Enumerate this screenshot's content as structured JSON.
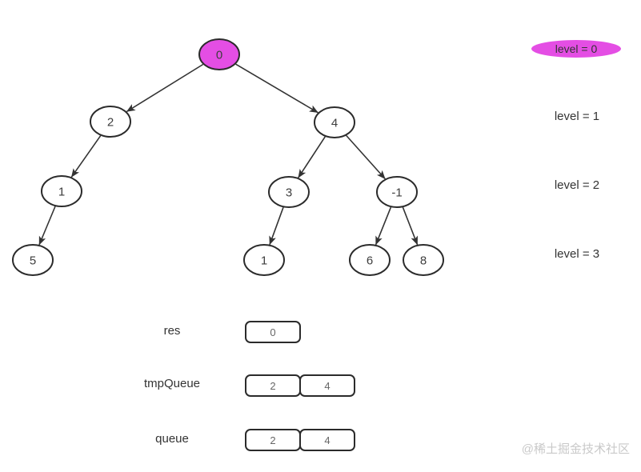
{
  "tree": {
    "nodes": [
      {
        "value": "0",
        "level": 0,
        "highlight": true
      },
      {
        "value": "2",
        "level": 1,
        "highlight": false
      },
      {
        "value": "4",
        "level": 1,
        "highlight": false
      },
      {
        "value": "1",
        "level": 2,
        "highlight": false
      },
      {
        "value": "3",
        "level": 2,
        "highlight": false
      },
      {
        "value": "-1",
        "level": 2,
        "highlight": false
      },
      {
        "value": "5",
        "level": 3,
        "highlight": false
      },
      {
        "value": "1",
        "level": 3,
        "highlight": false
      },
      {
        "value": "6",
        "level": 3,
        "highlight": false
      },
      {
        "value": "8",
        "level": 3,
        "highlight": false
      }
    ],
    "edges": [
      [
        "0",
        "2"
      ],
      [
        "0",
        "4"
      ],
      [
        "2",
        "1"
      ],
      [
        "4",
        "3"
      ],
      [
        "4",
        "-1"
      ],
      [
        "1",
        "5"
      ],
      [
        "3",
        "1"
      ],
      [
        "-1",
        "6"
      ],
      [
        "-1",
        "8"
      ]
    ]
  },
  "level_labels": [
    {
      "label": "level = 0",
      "highlight": true
    },
    {
      "label": "level = 1",
      "highlight": false
    },
    {
      "label": "level = 2",
      "highlight": false
    },
    {
      "label": "level = 3",
      "highlight": false
    }
  ],
  "state_rows": [
    {
      "label": "res",
      "cells": [
        "0"
      ]
    },
    {
      "label": "tmpQueue",
      "cells": [
        "2",
        "4"
      ]
    },
    {
      "label": "queue",
      "cells": [
        "2",
        "4"
      ]
    }
  ],
  "watermark": "@稀土掘金技术社区",
  "colors": {
    "highlight_fill": "#e44ee4",
    "node_fill": "#ffffff",
    "node_stroke": "#2b2b2b",
    "edge_stroke": "#333333",
    "text": "#333333",
    "cell_text": "#666666",
    "watermark": "#c9c9c9"
  }
}
